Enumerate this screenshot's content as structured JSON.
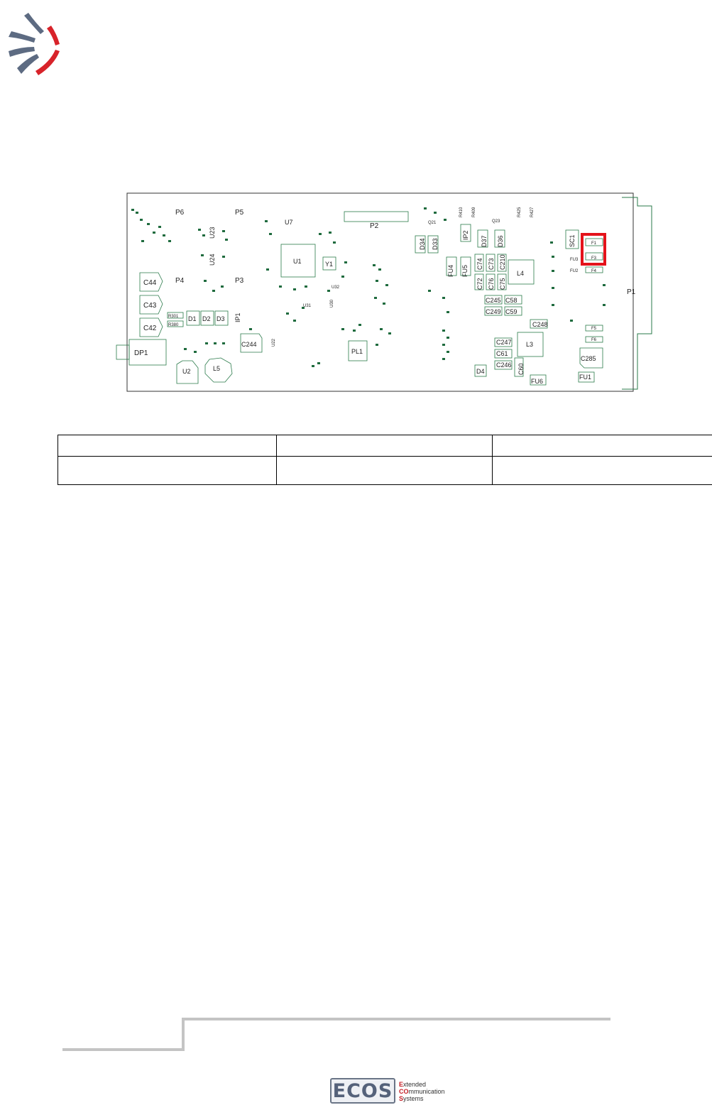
{
  "document": {
    "header_logo": "company-swirl-logo",
    "figure": {
      "highlight_color": "#e4131b",
      "highlighted_components": [
        "F1",
        "F3"
      ],
      "labels": {
        "P1": "P1",
        "P2": "P2",
        "P3": "P3",
        "P4": "P4",
        "P5": "P5",
        "P6": "P6",
        "DP1": "DP1",
        "U1": "U1",
        "U2": "U2",
        "U7": "U7",
        "U23": "U23",
        "U24": "U24",
        "Y1": "Y1",
        "L3": "L3",
        "L4": "L4",
        "L5": "L5",
        "PL1": "PL1",
        "C42": "C42",
        "C43": "C43",
        "C44": "C44",
        "C244": "C244",
        "C285": "C285",
        "D1": "D1",
        "D2": "D2",
        "D3": "D3",
        "D4": "D4",
        "D33": "D33",
        "D34": "D34",
        "D36": "D36",
        "D37": "D37",
        "IP1": "IP1",
        "IP2": "IP2",
        "SC1": "SC1",
        "FU1": "FU1",
        "FU4": "FU4",
        "FU5": "FU5",
        "FU6": "FU6",
        "C72": "C72",
        "C73": "C73",
        "C74": "C74",
        "C75": "C75",
        "C76": "C76",
        "C210": "C210",
        "C58": "C58",
        "C59": "C59",
        "C245": "C245",
        "C249": "C249",
        "C248": "C248",
        "C247": "C247",
        "C61": "C61",
        "C60": "C60",
        "C246": "C246",
        "F1": "F1",
        "F3": "F3",
        "F4": "F4",
        "F5": "F5",
        "F6": "F6",
        "R301": "R301",
        "R380": "R380",
        "U30": "U30",
        "U31": "U31",
        "U32": "U32",
        "U22": "U22",
        "Q21": "Q21",
        "Q23": "Q23",
        "R410": "R410",
        "R409": "R409",
        "R425": "R425",
        "R427": "R427",
        "FU2": "FU2",
        "FU3": "FU3"
      }
    },
    "table": {
      "rows": [
        [
          "",
          "",
          ""
        ],
        [
          "",
          "",
          ""
        ]
      ]
    },
    "footer": {
      "logo_word": "ECOS",
      "tagline": [
        {
          "cap": "E",
          "rest": "xtended"
        },
        {
          "cap": "CO",
          "rest": "mmunication"
        },
        {
          "cap": "S",
          "rest": "ystems"
        }
      ]
    }
  }
}
